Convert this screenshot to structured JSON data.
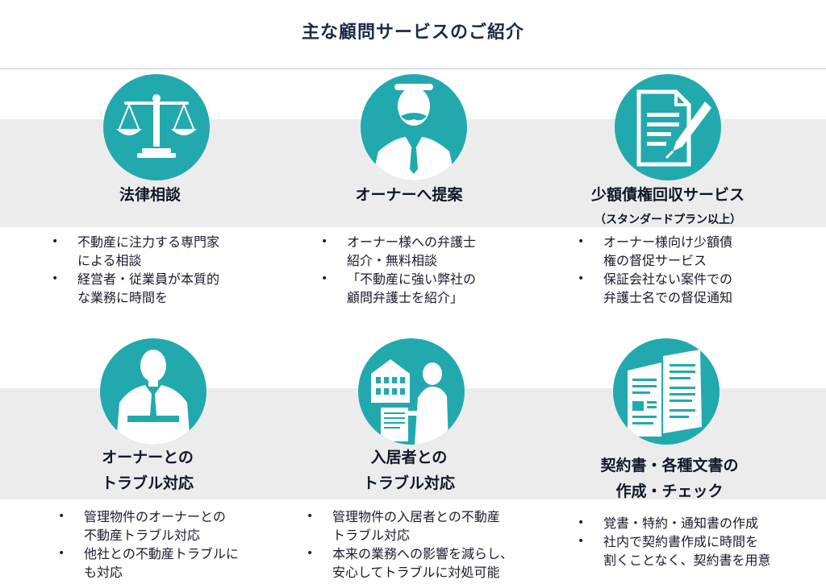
{
  "page": {
    "title": "主な顧問サービスのご紹介"
  },
  "services": [
    {
      "label": "法律相談",
      "bullets": [
        [
          "不動産に注力する専門家",
          "による相談"
        ],
        [
          "経営者・従業員が本質的",
          "な業務に時間を"
        ]
      ]
    },
    {
      "label": "オーナーへ提案",
      "bullets": [
        [
          "オーナー様への弁護士",
          "紹介・無料相談"
        ],
        [
          "「不動産に強い弊社の",
          "顧問弁護士を紹介」"
        ]
      ]
    },
    {
      "label": "少額債権回収サービス",
      "sublabel": "（スタンダードプラン以上）",
      "bullets": [
        [
          "オーナー様向け少額債",
          "権の督促サービス"
        ],
        [
          "保証会社ない案件での",
          "弁護士名での督促通知"
        ]
      ]
    },
    {
      "label_lines": [
        "オーナーとの",
        "トラブル対応"
      ],
      "bullets": [
        [
          "管理物件のオーナーとの",
          "不動産トラブル対応"
        ],
        [
          "他社との不動産トラブルに",
          "も対応"
        ]
      ]
    },
    {
      "label_lines": [
        "入居者との",
        "トラブル対応"
      ],
      "bullets": [
        [
          "管理物件の入居者との不動産",
          "トラブル対応"
        ],
        [
          "本来の業務への影響を減らし、",
          "安心してトラブルに対処可能"
        ]
      ]
    },
    {
      "label_lines": [
        "契約書・各種文書の",
        "作成・チェック"
      ],
      "bullets": [
        [
          "覚書・特約・通知書の作成"
        ],
        [
          "社内で契約書作成に時間を",
          "割くことなく、契約書を用意"
        ]
      ]
    }
  ],
  "icons": {
    "s1": "scales-icon",
    "s2": "owner-bust-icon",
    "s3": "document-pen-icon",
    "s4": "businessman-icon",
    "s5": "building-person-icon",
    "s6": "documents-icon"
  },
  "colors": {
    "accent": "#22a9ae",
    "band": "#ececec",
    "title": "#1c2a4a"
  }
}
